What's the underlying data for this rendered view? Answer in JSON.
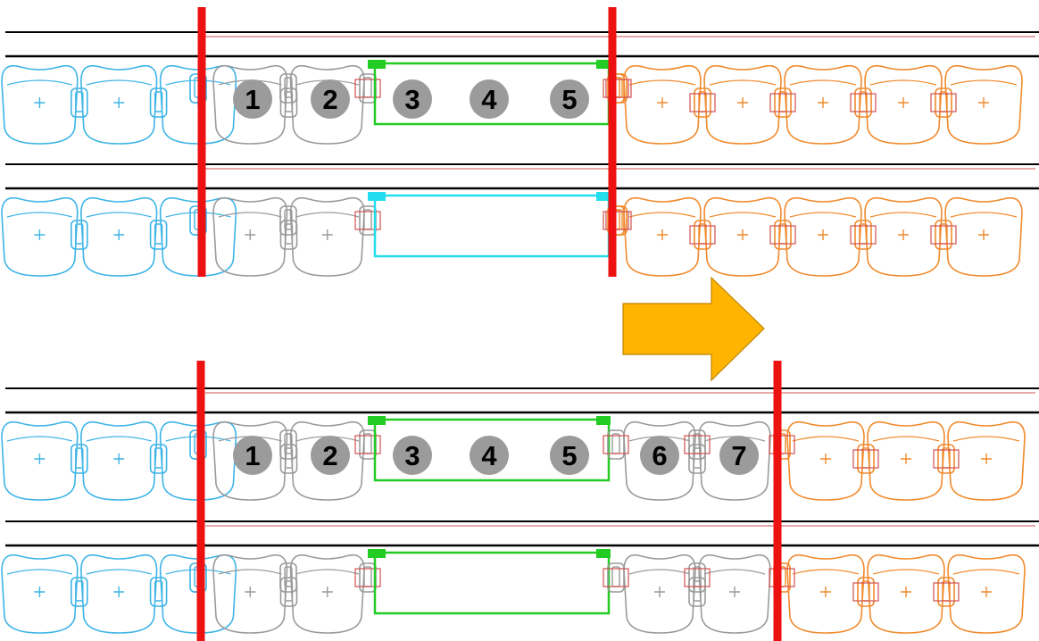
{
  "colors": {
    "background": "#ffffff",
    "seat_left": "#3db4e6",
    "seat_mid": "#9a9a9a",
    "seat_right": "#f08a2c",
    "boundary": "#ee1111",
    "gap_green": "#22cc22",
    "gap_cyan": "#22ddee",
    "rail": "#000000",
    "connector": "#d05050",
    "badge": "#9b9b9b",
    "arrow": "#ffb400",
    "arrow_stroke": "#c08400"
  },
  "panels": [
    {
      "id": "before",
      "rows": [
        {
          "gap": "green",
          "labels": [
            "1",
            "2",
            "3",
            "4",
            "5"
          ]
        },
        {
          "gap": "cyan",
          "labels": []
        }
      ]
    },
    {
      "id": "after",
      "rows": [
        {
          "gap": "green",
          "labels": [
            "1",
            "2",
            "3",
            "4",
            "5",
            "6",
            "7"
          ]
        },
        {
          "gap": "green",
          "labels": []
        }
      ]
    }
  ],
  "arrow": {
    "icon": "right-arrow-icon",
    "direction": "right"
  }
}
